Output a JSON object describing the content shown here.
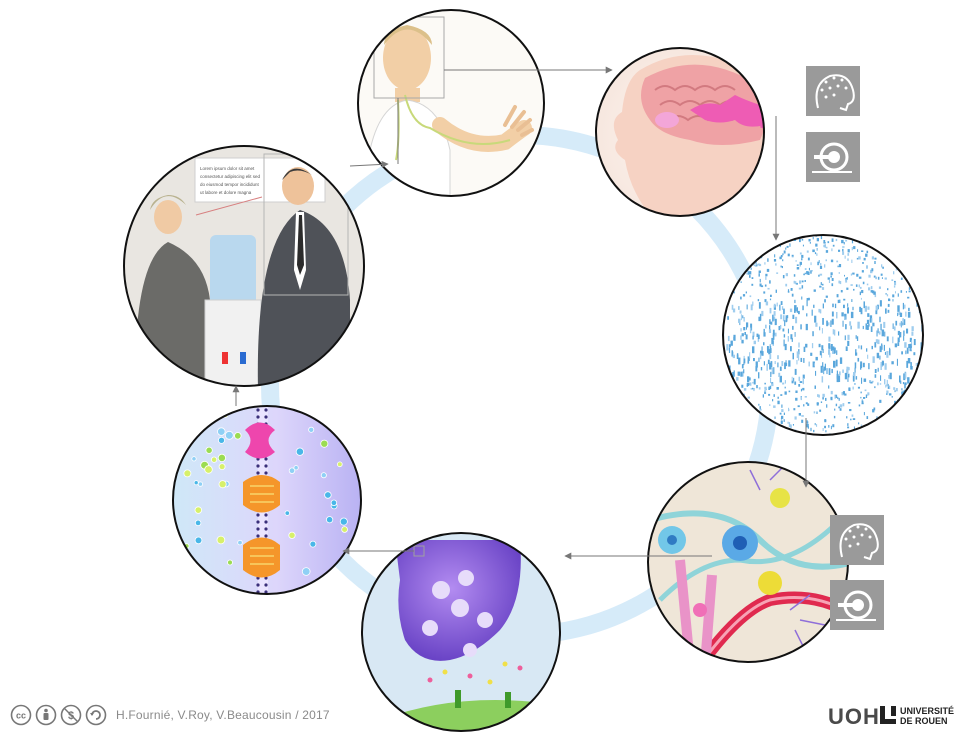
{
  "credit": {
    "authors": "H.Fournié, V.Roy, V.Beaucousin / 2017"
  },
  "license_icons": [
    "cc-icon",
    "by-icon",
    "nc-icon",
    "sa-icon"
  ],
  "logos": {
    "uoh": "UOH",
    "rouen_line1": "UNIVERSITÉ",
    "rouen_line2": "DE ROUEN"
  },
  "speech_bubble_lines": [
    "Lorem ipsum dolor sit amet",
    "consectetur adipiscing elit sed",
    "do eiusmod tempor incididunt",
    "ut labore et dolore magna"
  ],
  "colors": {
    "ring": "#d3e9f8",
    "circle_border": "#111111",
    "arrow": "#888888",
    "accent_pink": "#e94fa3",
    "accent_purple": "#8a55c8",
    "accent_blue": "#4aa3dc"
  }
}
